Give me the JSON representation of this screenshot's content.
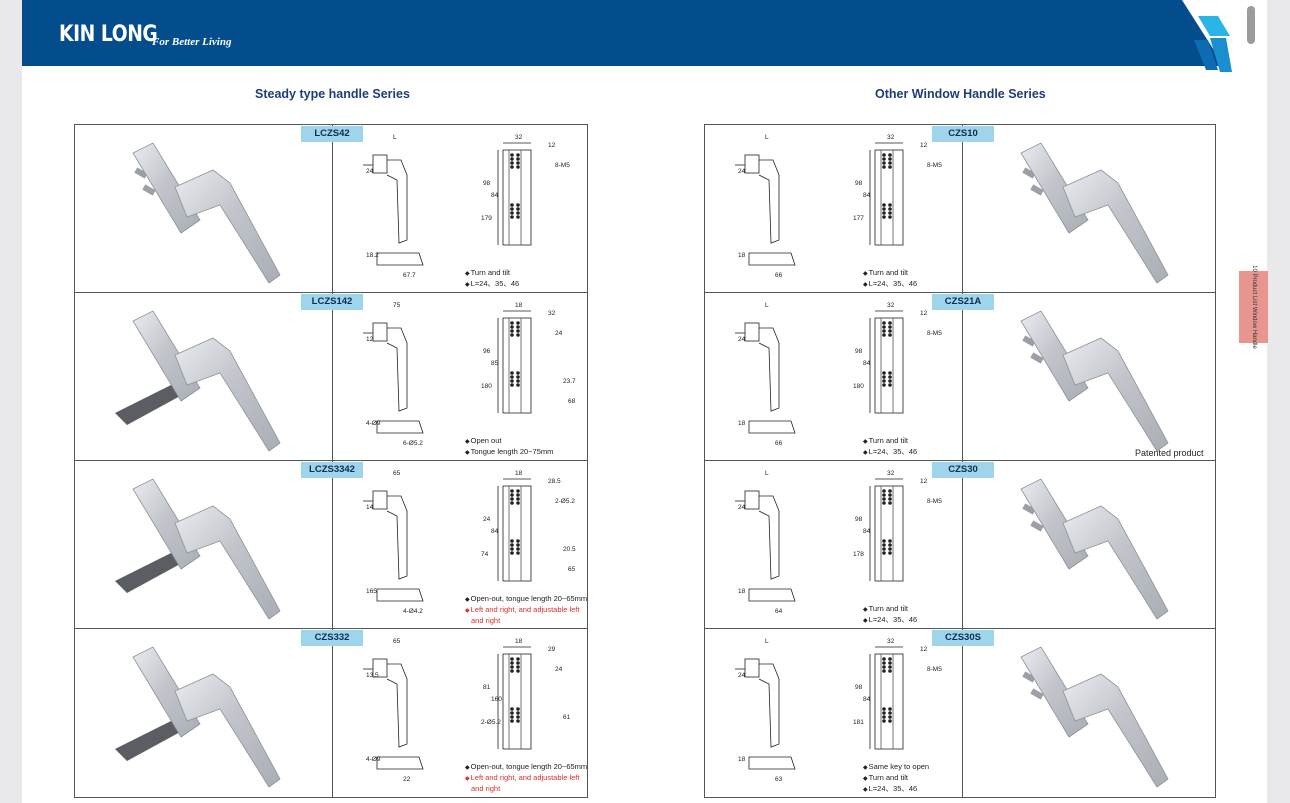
{
  "header": {
    "brand": "KIN LONG",
    "tagline": "For Better Living",
    "colors": {
      "banner": "#044d8c",
      "tag": "#9fd5ea",
      "side_tab": "#e8958f"
    }
  },
  "side_tab": {
    "label": "10 Product List Window Handle"
  },
  "left_section": {
    "title": "Steady type handle Series",
    "rows": [
      {
        "model": "LCZS42",
        "dims": [
          "L",
          "32",
          "12",
          "24",
          "8-M5",
          "98",
          "84",
          "179",
          "18.2",
          "67.7"
        ],
        "notes": [
          "Turn and tilt",
          "L=24、35、46"
        ],
        "red_notes": []
      },
      {
        "model": "LCZS142",
        "dims": [
          "75",
          "18",
          "32",
          "12",
          "24",
          "96",
          "85",
          "180",
          "4-Ø9",
          "6-Ø5.2",
          "23.7",
          "68"
        ],
        "notes": [
          "Open out",
          "Tongue length 20~75mm"
        ],
        "red_notes": []
      },
      {
        "model": "LCZS3342",
        "dims": [
          "65",
          "18",
          "28.5",
          "14",
          "2-Ø5.2",
          "24",
          "84",
          "74",
          "165",
          "4-Ø4.2",
          "20.5",
          "65"
        ],
        "notes": [
          "Open-out, tongue length 20~65mm"
        ],
        "red_notes": [
          "Left and right, and adjustable left",
          "and right"
        ]
      },
      {
        "model": "CZS332",
        "dims": [
          "65",
          "18",
          "29",
          "13.5",
          "24",
          "81",
          "160",
          "2-Ø5.2",
          "4-Ø9",
          "22",
          "61"
        ],
        "notes": [
          "Open-out, tongue length 20~65mm"
        ],
        "red_notes": [
          "Left and right, and adjustable left",
          "and right"
        ]
      }
    ]
  },
  "right_section": {
    "title": "Other Window Handle Series",
    "patent_label": "Patented product",
    "rows": [
      {
        "model": "CZS10",
        "dims": [
          "L",
          "32",
          "12",
          "24",
          "8-M5",
          "98",
          "84",
          "177",
          "18",
          "66"
        ],
        "notes": [
          "Turn and tilt",
          "L=24、35、46"
        ]
      },
      {
        "model": "CZS21A",
        "dims": [
          "L",
          "32",
          "12",
          "24",
          "8-M5",
          "98",
          "84",
          "180",
          "18",
          "66"
        ],
        "notes": [
          "Turn and tilt",
          "L=24、35、46"
        ]
      },
      {
        "model": "CZS30",
        "dims": [
          "L",
          "32",
          "12",
          "24",
          "8-M5",
          "98",
          "84",
          "178",
          "18",
          "64"
        ],
        "notes": [
          "Turn and tilt",
          "L=24、35、46"
        ]
      },
      {
        "model": "CZS30S",
        "dims": [
          "L",
          "32",
          "12",
          "24",
          "8-M5",
          "98",
          "84",
          "181",
          "18",
          "63"
        ],
        "notes": [
          "Same key to open",
          "Turn and tilt",
          "L=24、35、46"
        ]
      }
    ]
  }
}
